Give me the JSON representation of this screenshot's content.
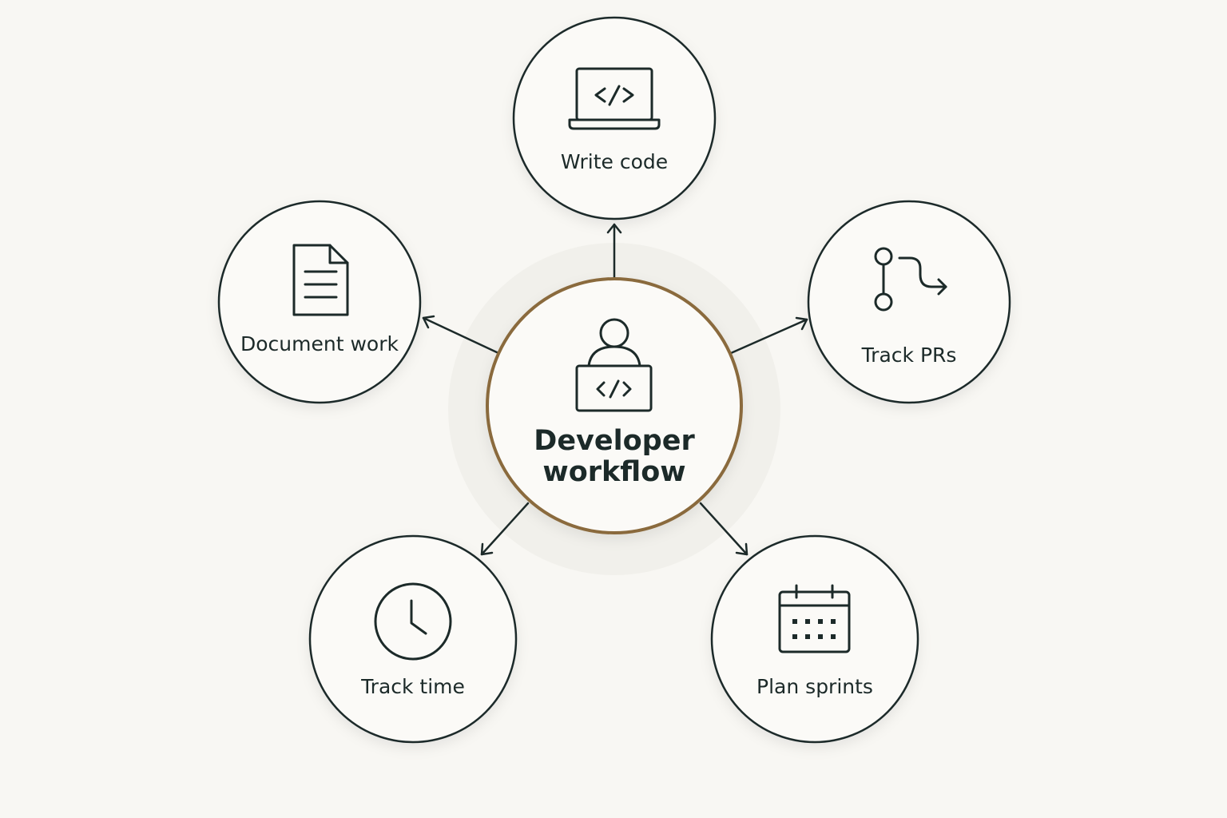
{
  "diagram": {
    "center": {
      "title_line1": "Developer",
      "title_line2": "workflow",
      "icon": "developer-at-laptop-icon"
    },
    "nodes": [
      {
        "id": "write-code",
        "label": "Write code",
        "icon": "laptop-code-icon"
      },
      {
        "id": "track-prs",
        "label": "Track PRs",
        "icon": "git-branch-icon"
      },
      {
        "id": "plan-sprints",
        "label": "Plan sprints",
        "icon": "calendar-icon"
      },
      {
        "id": "track-time",
        "label": "Track time",
        "icon": "clock-icon"
      },
      {
        "id": "document-work",
        "label": "Document work",
        "icon": "document-icon"
      }
    ],
    "colors": {
      "background": "#f8f7f3",
      "stroke": "#1c2a29",
      "center_ring": "#8a6a3c"
    }
  }
}
